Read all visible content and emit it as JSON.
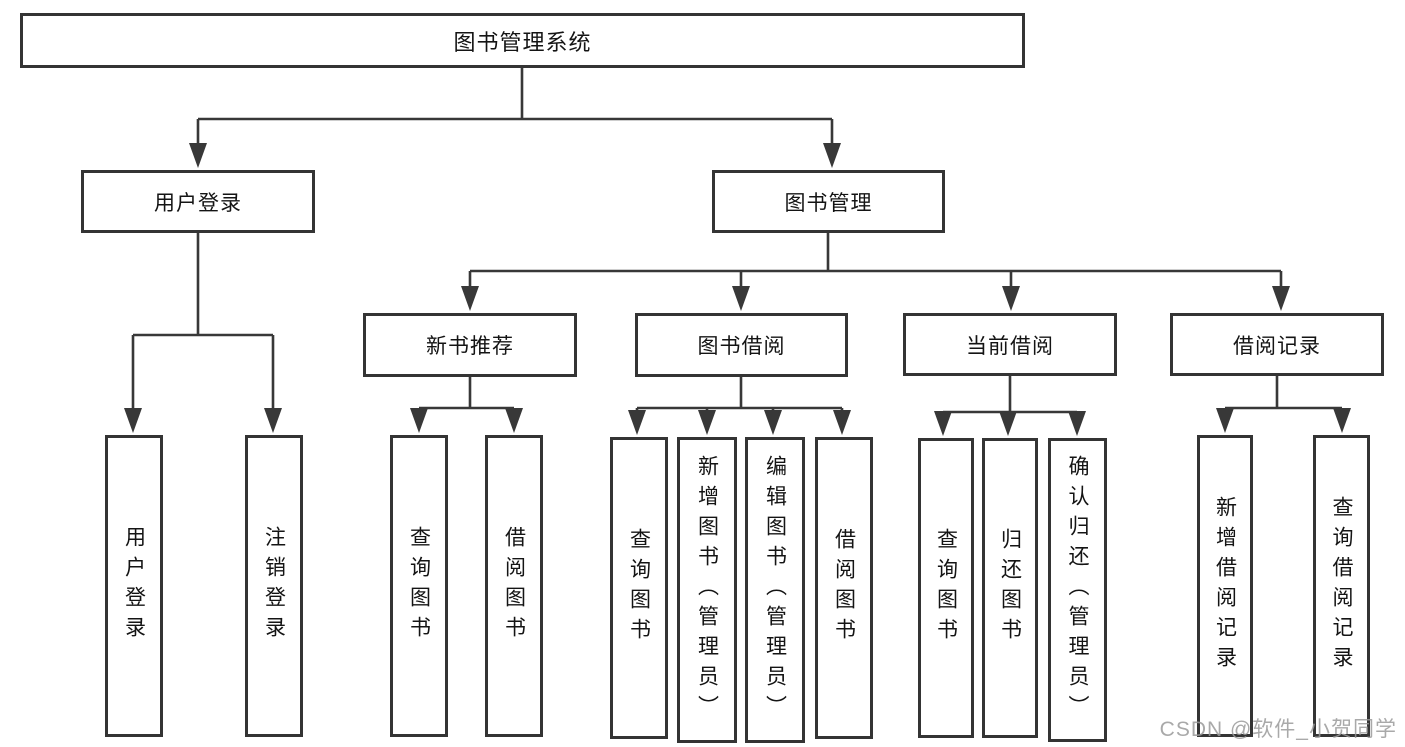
{
  "nodes": {
    "root": "图书管理系统",
    "user_login": "用户登录",
    "book_mgmt": "图书管理",
    "new_books": "新书推荐",
    "book_borrow": "图书借阅",
    "current_borrow": "当前借阅",
    "borrow_records": "借阅记录",
    "leaf_login": "用户登录",
    "leaf_logout": "注销登录",
    "leaf_nb_query": "查询图书",
    "leaf_nb_borrow": "借阅图书",
    "leaf_bb_query": "查询图书",
    "leaf_bb_add": "新增图书（管理员）",
    "leaf_bb_edit": "编辑图书（管理员）",
    "leaf_bb_borrow": "借阅图书",
    "leaf_cb_query": "查询图书",
    "leaf_cb_return": "归还图书",
    "leaf_cb_confirm": "确认归还（管理员）",
    "leaf_br_add": "新增借阅记录",
    "leaf_br_query": "查询借阅记录"
  },
  "watermark": "CSDN @软件_小贺同学",
  "colors": {
    "line": "#383838",
    "border": "#343434",
    "text": "#141414",
    "background": "#ffffff",
    "watermark": "#9a9a9a"
  }
}
